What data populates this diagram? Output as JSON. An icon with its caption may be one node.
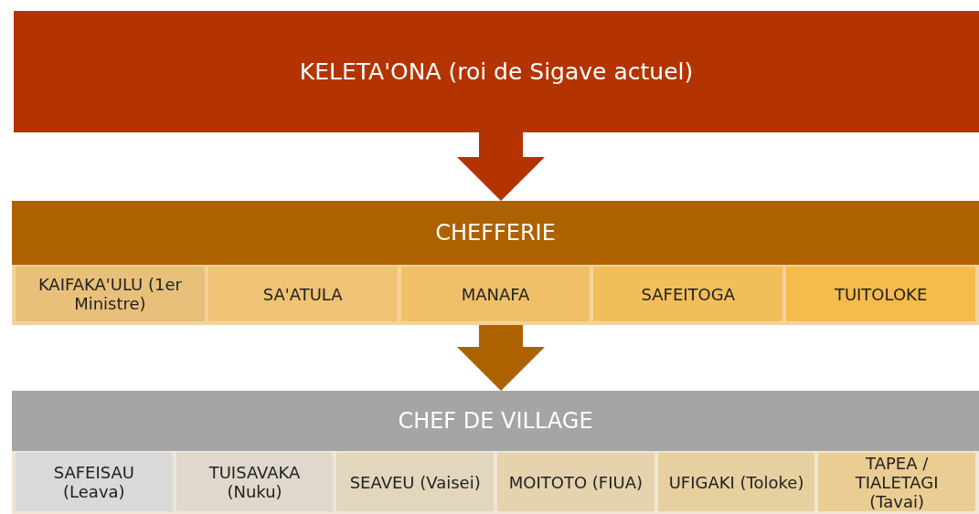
{
  "diagram": {
    "nodes": [
      {
        "text": [
          "KELETA'ONA (roi de Sigave actuel)"
        ]
      },
      {
        "text": [
          "CHEFFERIE"
        ]
      },
      {
        "text": [
          "KAIFAKA'ULU (1er Ministre)"
        ],
        "in": 1
      },
      {
        "text": [
          "SA'ATULA"
        ],
        "in": 1
      },
      {
        "text": [
          "MANAFA"
        ],
        "in": 1
      },
      {
        "text": [
          "SAFEITOGA"
        ],
        "in": 1
      },
      {
        "text": [
          "TUITOLOKE"
        ],
        "in": 1
      },
      {
        "text": [
          "CHEF DE VILLAGE"
        ]
      },
      {
        "text": [
          "SAFEISAU (Leava)"
        ],
        "in": 7
      },
      {
        "text": [
          "TUISAVAKA (Nuku)"
        ],
        "in": 7
      },
      {
        "text": [
          "SEAVEU (Vaisei)"
        ],
        "in": 7
      },
      {
        "text": [
          "MOITOTO (FIUA)"
        ],
        "in": 7
      },
      {
        "text": [
          "UFIGAKI (Toloke)"
        ],
        "in": 7
      },
      {
        "text": [
          "TAPEA / TIALETAGI (Tavai)"
        ],
        "in": 7
      }
    ],
    "edges": [
      {
        "from": 0,
        "to": 1,
        "arrow": "to",
        "style": "thick",
        "color": "#b33400"
      },
      {
        "from": 1,
        "to": 7,
        "arrow": "to",
        "style": "thick",
        "color": "#ae6100"
      }
    ]
  }
}
